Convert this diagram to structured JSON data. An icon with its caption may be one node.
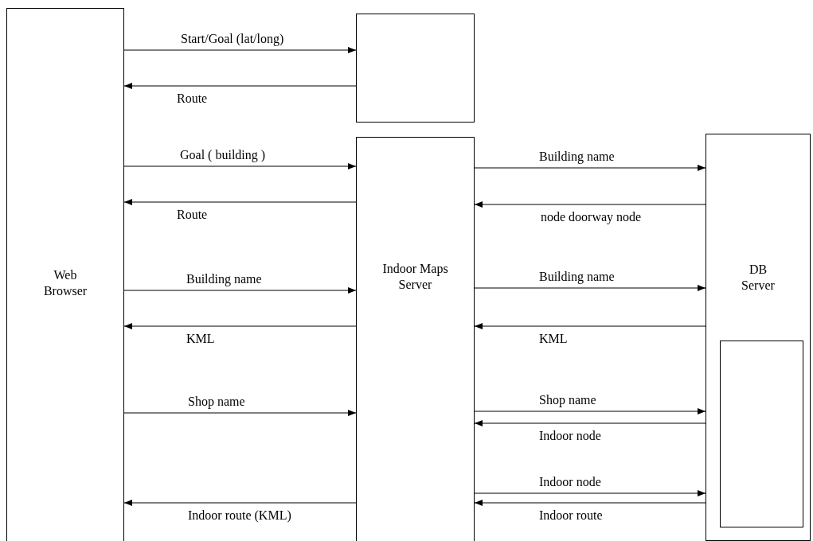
{
  "diagram": {
    "nodes": [
      {
        "text": [
          "Web Browser"
        ]
      },
      {
        "text": [],
        "shape": "box"
      },
      {
        "text": [
          "Indoor Maps Server"
        ]
      },
      {
        "text": [
          "DB Server"
        ]
      },
      {
        "text": [],
        "shape": "box",
        "in": 3
      }
    ],
    "edges": [
      {
        "from": 0,
        "to": 1,
        "arrow": "to",
        "label": "Start/Goal (lat/long)"
      },
      {
        "from": 1,
        "to": 0,
        "arrow": "to",
        "label": "Route"
      },
      {
        "from": 0,
        "to": 2,
        "arrow": "to",
        "label": "Goal ( building )"
      },
      {
        "from": 2,
        "to": 0,
        "arrow": "to",
        "label": "Route"
      },
      {
        "from": 0,
        "to": 2,
        "arrow": "to",
        "label": "Building name"
      },
      {
        "from": 2,
        "to": 0,
        "arrow": "to",
        "label": "KML"
      },
      {
        "from": 0,
        "to": 2,
        "arrow": "to",
        "label": "Shop name"
      },
      {
        "from": 2,
        "to": 0,
        "arrow": "to",
        "label": "Indoor route (KML)"
      },
      {
        "from": 2,
        "to": 3,
        "arrow": "to",
        "label": "Building name"
      },
      {
        "from": 3,
        "to": 2,
        "arrow": "to",
        "label": "node doorway node"
      },
      {
        "from": 2,
        "to": 3,
        "arrow": "to",
        "label": "Building name"
      },
      {
        "from": 3,
        "to": 2,
        "arrow": "to",
        "label": "KML"
      },
      {
        "from": 2,
        "to": 3,
        "arrow": "to",
        "label": "Shop name"
      },
      {
        "from": 3,
        "to": 2,
        "arrow": "to",
        "label": "Indoor node"
      },
      {
        "from": 2,
        "to": 3,
        "arrow": "to",
        "label": "Indoor node"
      },
      {
        "from": 3,
        "to": 2,
        "arrow": "to",
        "label": "Indoor route"
      }
    ]
  }
}
